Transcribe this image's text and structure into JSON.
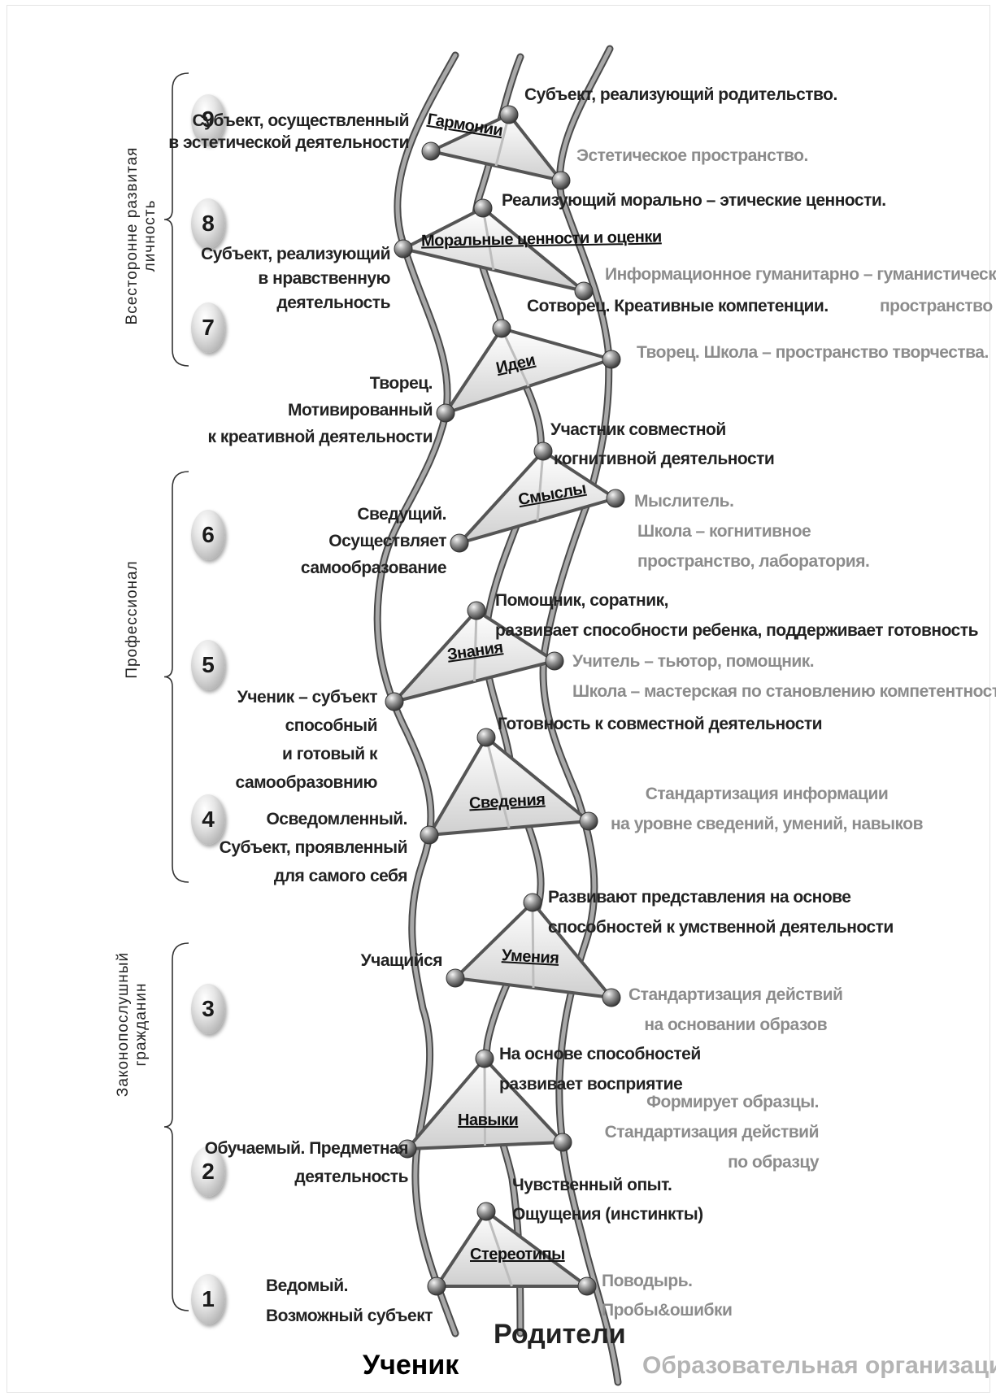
{
  "side_groups": [
    {
      "label": "Всесторонне развитая личность"
    },
    {
      "label": "Профессионал"
    },
    {
      "label": "Законопослушный гражданин"
    }
  ],
  "levels": [
    "1",
    "2",
    "3",
    "4",
    "5",
    "6",
    "7",
    "8",
    "9"
  ],
  "triangles": [
    "Стереотипы",
    "Навыки",
    "Умения",
    "Сведения",
    "Знания",
    "Смыслы",
    "Идеи",
    "Моральные ценности и оценки",
    "Гармонии"
  ],
  "student": {
    "l9": [
      "Субъект, осуществленный",
      "в эстетической деятельности"
    ],
    "l8": [
      "Субъект, реализующий",
      "в нравственную",
      "деятельность"
    ],
    "l7": [
      "Творец.",
      "Мотивированный",
      "к креативной деятельности"
    ],
    "l6": [
      "Сведущий.",
      "Осуществляет",
      "самообразование"
    ],
    "l5": [
      "Ученик – субъект",
      "способный",
      "и готовый к",
      "самообразовнию"
    ],
    "l4": [
      "Осведомленный.",
      "Субъект, проявленный",
      "для самого себя"
    ],
    "l3": [
      "Учащийся"
    ],
    "l2": [
      "Обучаемый. Предметная",
      "деятельность"
    ],
    "l1": [
      "Ведомый.",
      "Возможный субъект"
    ]
  },
  "parents": {
    "l9": "Субъект, реализующий родительство.",
    "l8": "Реализующий морально – этические ценности.",
    "l7": "Сотворец. Креативные компетенции.",
    "l6": [
      "Участник совместной",
      "когнитивной деятельности"
    ],
    "l5": [
      "Помощник, соратник,",
      "развивает способности ребенка, поддерживает готовность"
    ],
    "l4": "Готовность к  совместной деятельности",
    "l3": [
      "Развивают представления на основе",
      "способностей к умственной деятельности"
    ],
    "l2": [
      "На основе способностей",
      "развивает восприятие"
    ],
    "l1": [
      "Чувственный опыт.",
      "Ощущения (инстинкты)"
    ]
  },
  "organization": {
    "l9": "Эстетическое пространство.",
    "l8a": "Информационное  гуманитарно – гуманистическое",
    "l8b": "пространство",
    "l7": "Творец. Школа – пространство творчества.",
    "l6": [
      "Мыслитель.",
      "Школа – когнитивное",
      "пространство, лаборатория."
    ],
    "l5": [
      "Учитель – тьютор, помощник.",
      "Школа – мастерская по становлению компетентностей"
    ],
    "l4": [
      "Стандартизация информации",
      "на уровне сведений, умений, навыков"
    ],
    "l3": [
      "Стандартизация действий",
      "на основании образов"
    ],
    "l2": [
      "Формирует образцы.",
      "Стандартизация действий",
      "по образцу"
    ],
    "l1": [
      "Поводырь.",
      "Пробы&ошибки"
    ]
  },
  "footer": {
    "student": "Ученик",
    "parents": "Родители",
    "organization": "Образовательная организация"
  }
}
